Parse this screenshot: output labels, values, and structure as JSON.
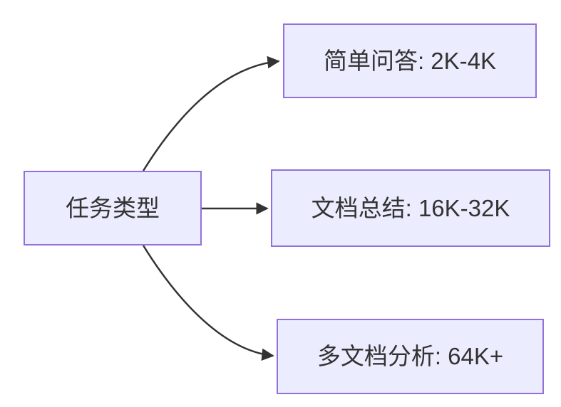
{
  "diagram": {
    "type": "flowchart-left-to-right",
    "root": {
      "id": "task-type",
      "label": "任务类型"
    },
    "branches": [
      {
        "id": "simple-qa",
        "label": "简单问答: 2K-4K"
      },
      {
        "id": "doc-summary",
        "label": "文档总结: 16K-32K"
      },
      {
        "id": "multi-doc",
        "label": "多文档分析: 64K+"
      }
    ],
    "edges": [
      {
        "from": "任务类型",
        "to": "简单问答: 2K-4K"
      },
      {
        "from": "任务类型",
        "to": "文档总结: 16K-32K"
      },
      {
        "from": "任务类型",
        "to": "多文档分析: 64K+"
      }
    ],
    "colors": {
      "node_fill": "#ECECFF",
      "node_border": "#9370DB",
      "edge_stroke": "#333333",
      "text": "#333333",
      "background": "#FFFFFF"
    }
  }
}
